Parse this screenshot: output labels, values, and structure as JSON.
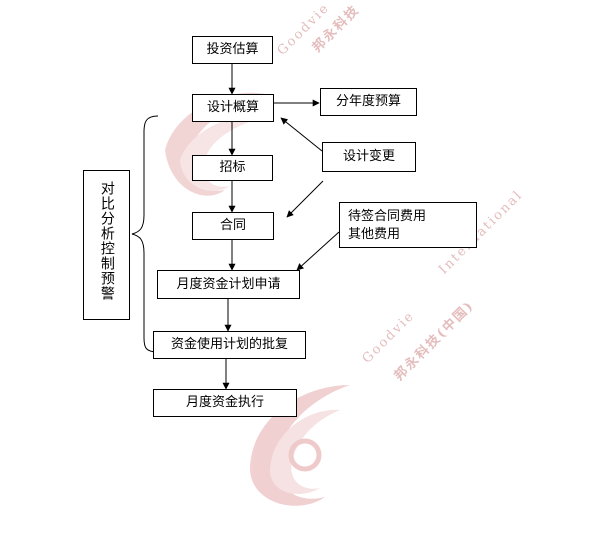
{
  "nodes": {
    "investment_estimate": "投资估算",
    "design_estimate": "设计概算",
    "tender": "招标",
    "contract": "合同",
    "monthly_fund_plan": "月度资金计划申请",
    "fund_plan_approval": "资金使用计划的批复",
    "monthly_fund_execution": "月度资金执行",
    "annual_budget": "分年度预算",
    "design_change": "设计变更",
    "pending_fees_line1": "待签合同费用",
    "pending_fees_line2": "其他费用",
    "control_label": "对比分析控制预警"
  },
  "watermark": {
    "brand_top": "Goodvie",
    "brand_cn_top": "邦永科技",
    "intl": "International",
    "brand_mid": "Goodvie",
    "brand_cn_mid": "邦永科技(中国)",
    "color": "#d9a0a0"
  },
  "colors": {
    "line": "#000000",
    "box_border": "#000000",
    "watermark_swirl": "#e8b9b9"
  }
}
